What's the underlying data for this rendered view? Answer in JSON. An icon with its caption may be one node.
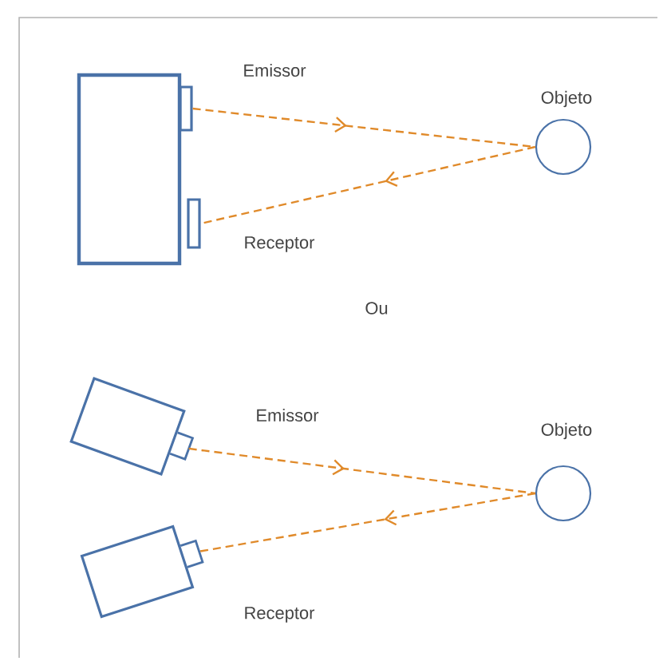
{
  "diagram": {
    "nodes": [
      {
        "text": [],
        "shape": "box"
      },
      {
        "text": [],
        "shape": "box",
        "beside": [
          "Emissor"
        ]
      },
      {
        "text": [],
        "shape": "box",
        "beside": [
          "Receptor"
        ]
      },
      {
        "text": [],
        "shape": "circle",
        "beside": [
          "Objeto"
        ]
      },
      {
        "text": [],
        "shape": "box",
        "beside": [
          "Emissor"
        ]
      },
      {
        "text": [],
        "shape": "box",
        "beside": [
          "Receptor"
        ]
      },
      {
        "text": [],
        "shape": "circle",
        "beside": [
          "Objeto"
        ]
      }
    ],
    "edges": [
      {
        "from": 1,
        "to": 3,
        "arrow": "to",
        "style": "dashed"
      },
      {
        "from": 3,
        "to": 2,
        "arrow": "to",
        "style": "dashed"
      },
      {
        "from": 4,
        "to": 6,
        "arrow": "to",
        "style": "dashed"
      },
      {
        "from": 6,
        "to": 5,
        "arrow": "to",
        "style": "dashed"
      }
    ],
    "labels": [
      "Ou"
    ]
  }
}
